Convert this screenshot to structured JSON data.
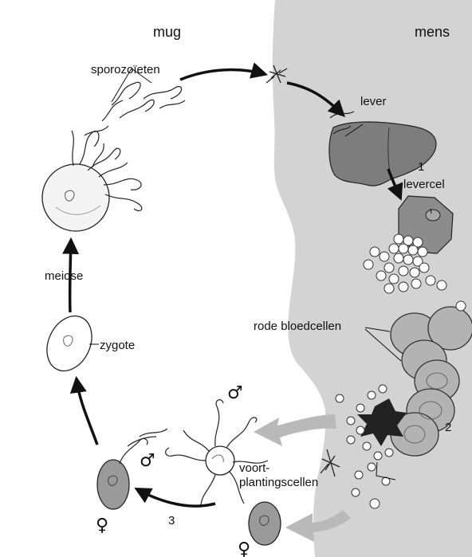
{
  "labels": {
    "mosquito": "mug",
    "human": "mens",
    "sporozoites": "sporozoïeten",
    "liver": "lever",
    "liver_cell": "levercel",
    "red_blood_cells": "rode bloedcellen",
    "reproductive_cells_line1": "voort-",
    "reproductive_cells_line2": "plantingscellen",
    "zygote": "zygote",
    "meiosis": "meiose"
  },
  "numbers": {
    "step1": "1",
    "step2": "2",
    "step3": "3"
  },
  "symbols": {
    "male": "♂",
    "female": "♀"
  },
  "colors": {
    "body": "#d3d3d3",
    "liver": "#7d7d7d",
    "cell_fill": "#bdbdbd",
    "arrow": "#111111",
    "grey_arrow": "#b9b9b9"
  }
}
